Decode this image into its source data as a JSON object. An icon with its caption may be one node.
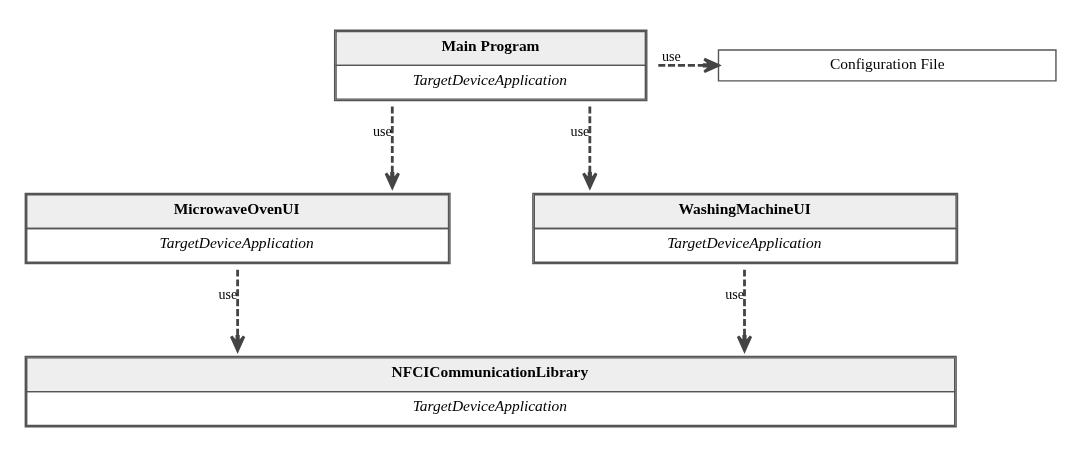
{
  "diagram": {
    "nodes": [
      {
        "text": [
          "Main Program",
          "TargetDeviceApplication"
        ]
      },
      {
        "text": [
          "Configuration File"
        ]
      },
      {
        "text": [
          "MicrowaveOvenUI",
          "TargetDeviceApplication"
        ]
      },
      {
        "text": [
          "WashingMachineUI",
          "TargetDeviceApplication"
        ]
      },
      {
        "text": [
          "NFCICommunicationLibrary",
          "TargetDeviceApplication"
        ]
      }
    ],
    "edges": [
      {
        "from": 0,
        "to": 1,
        "arrow": "to",
        "label": "use",
        "style": "dashed"
      },
      {
        "from": 0,
        "to": 2,
        "arrow": "to",
        "label": "use",
        "style": "dashed"
      },
      {
        "from": 0,
        "to": 3,
        "arrow": "to",
        "label": "use",
        "style": "dashed"
      },
      {
        "from": 2,
        "to": 4,
        "arrow": "to",
        "label": "use",
        "style": "dashed"
      },
      {
        "from": 3,
        "to": 4,
        "arrow": "to",
        "label": "use",
        "style": "dashed"
      }
    ]
  }
}
